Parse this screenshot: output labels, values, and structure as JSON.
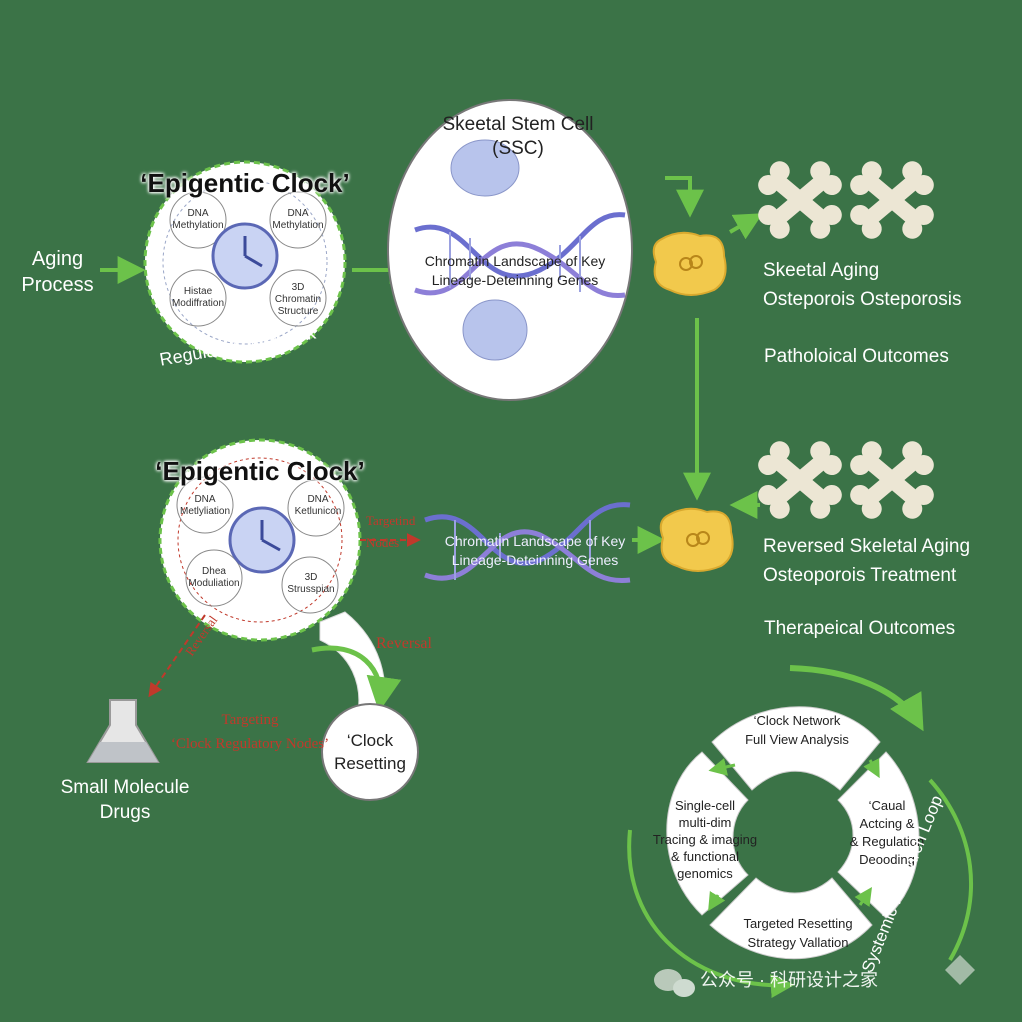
{
  "colors": {
    "background": "#3b7347",
    "arrow_green": "#6cc24a",
    "arrow_red": "#c0392b",
    "cell_yellow": "#f2c94c",
    "bone": "#ece6d4",
    "dna_blue": "#6b6fcf",
    "clock_blue": "#c9d3f3"
  },
  "top": {
    "aging_process": "Aging\nProcess",
    "clock_title": "‘Epigentic Clock’",
    "nodes": [
      "DNA\nMethylation",
      "DNA\nMethylation",
      "Histae\nModiffration",
      "3D\nChromatin\nStructure"
    ],
    "regulatory_network": "Regulatory Network",
    "ssc_title": "Skeetal Stem Cell\n(SSC)",
    "chromatin_label": "Chromatin Landscape of Key\nLineage-Deteinning Genes",
    "outcome_title": "Skeetal Aging\nOsteporois Osteporosis",
    "outcome_sub": "Patholoical Outcomes"
  },
  "bottom": {
    "clock_title": "‘Epigentic Clock’",
    "nodes": [
      "DNA\nMetlyliation",
      "DNA\nKetlunicon",
      "Dhea\nModuliation",
      "3D\nStrusspian"
    ],
    "targeting_nodes": "Targetind\nNodes'",
    "chromatin_label": "Chromatin Landscape of Key\nLineage-Deteinning Genes",
    "outcome_title": "Reversed Skeletal Aging\nOsteoporois Treatment",
    "outcome_sub": "Therapeical Outcomes",
    "reversal_left": "Reversal",
    "reversal_right": "Reversal",
    "targeting_clock": "Targeting\n‘Clock Regulatory Nodes’",
    "clock_resetting": "‘Clock\nResetting",
    "small_molecule": "Small Molecule\nDrugs"
  },
  "loop": {
    "top": "‘Clock Network\nFull View Analysis",
    "right": "‘Caual\nActcing &\n& Regulation\nDeooding",
    "bottom": "Targeted Resetting\nStrategy Vallation",
    "left": "Single-cell\nmulti-dim\nTracing & imaging\n& functional\ngenomics",
    "ring_label": "Systemic Research Loop"
  },
  "watermark": "公众号 · 科研设计之家"
}
